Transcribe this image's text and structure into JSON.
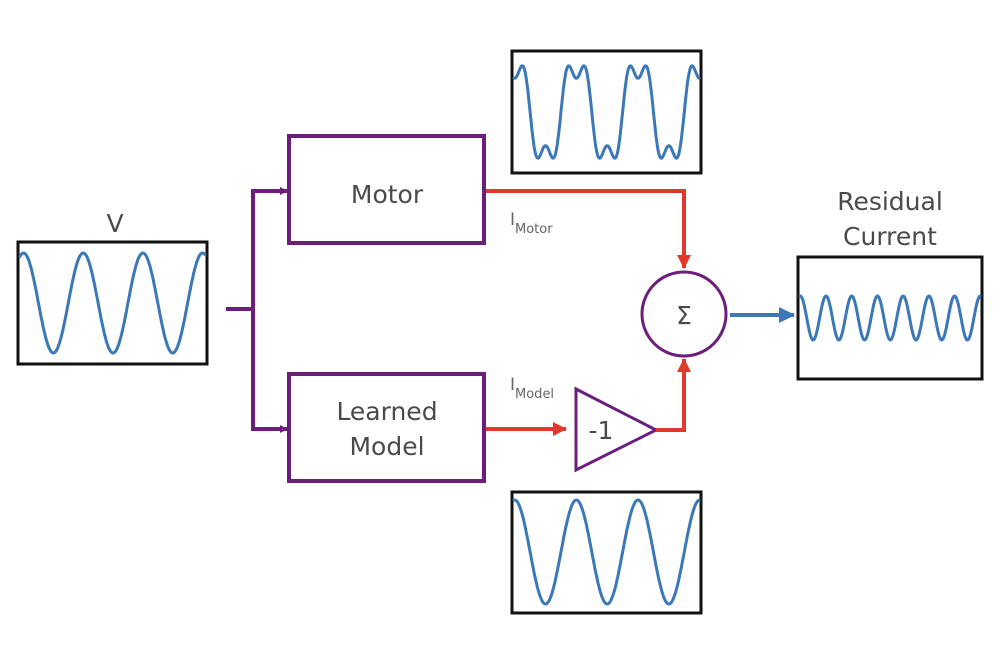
{
  "labels": {
    "input": "V",
    "motor": "Motor",
    "model_line1": "Learned",
    "model_line2": "Model",
    "i_motor_main": "I",
    "i_motor_sub": "Motor",
    "i_model_main": "I",
    "i_model_sub": "Model",
    "inverter": "-1",
    "sum": "Σ",
    "output_line1": "Residual",
    "output_line2": "Current"
  },
  "colors": {
    "block_border": "#6b1f7a",
    "input_arrow": "#6b1f7a",
    "current_arrow": "#e0392b",
    "output_arrow": "#3a78b8",
    "wave": "#3a78b8",
    "scope_border": "#111111"
  },
  "icons": {
    "sum": "sigma-summing-junction",
    "inverter": "triangle-gain-block"
  }
}
